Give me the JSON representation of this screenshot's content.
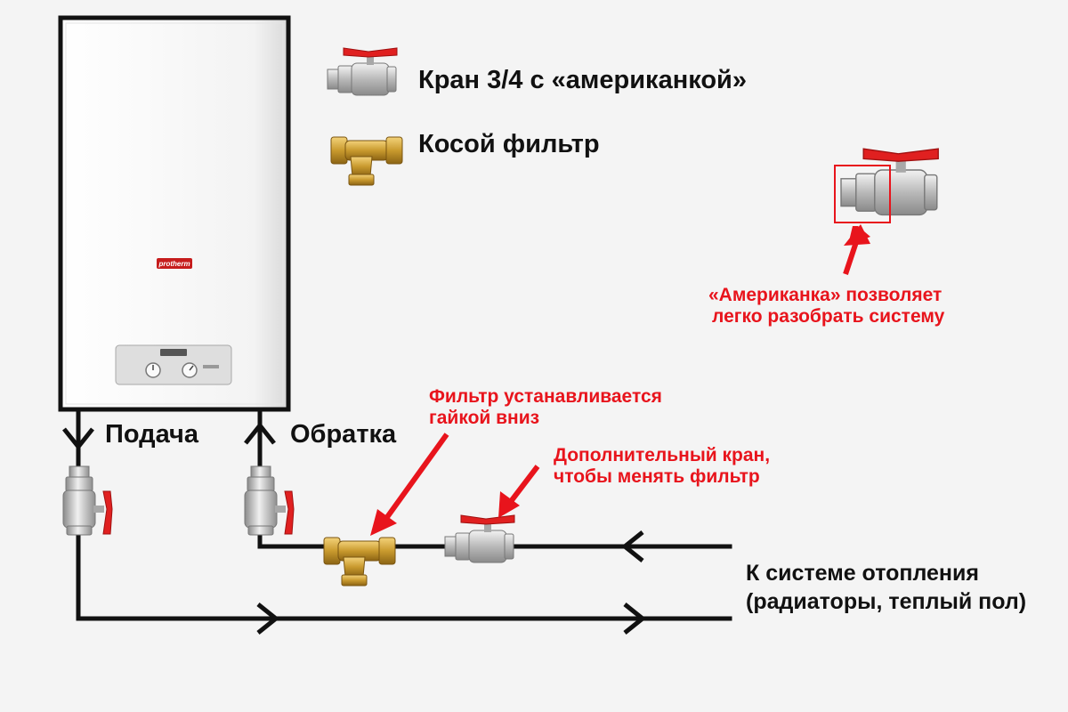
{
  "legend": {
    "valve_label": "Кран 3/4 с «американкой»",
    "filter_label": "Косой фильтр"
  },
  "boiler": {
    "brand": "protherm"
  },
  "pipes": {
    "supply_label": "Подача",
    "return_label": "Обратка"
  },
  "callouts": {
    "american_line1": "«Американка» позволяет",
    "american_line2": "легко разобрать систему",
    "filter_line1": "Фильтр устанавливается",
    "filter_line2": "гайкой вниз",
    "extra_valve_line1": "Дополнительный кран,",
    "extra_valve_line2": "чтобы менять фильтр"
  },
  "heating_system": {
    "line1": "К системе отопления",
    "line2": "(радиаторы, теплый пол)"
  },
  "colors": {
    "accent_red": "#e8141c",
    "pipe": "#111111",
    "brass": "#c99a2e",
    "chrome": "#c8c8c8"
  },
  "icons": [
    "ball-valve-icon",
    "y-strainer-icon",
    "arrow-icon"
  ]
}
